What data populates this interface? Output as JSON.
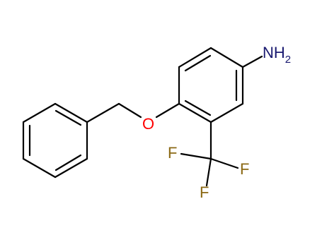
{
  "molecule": {
    "atoms": {
      "amine": {
        "main": "NH",
        "sub": "2",
        "color": "#191970"
      },
      "oxygen": {
        "text": "O",
        "color": "#ff0000"
      },
      "fluorine_1": {
        "text": "F",
        "color": "#8b6914"
      },
      "fluorine_2": {
        "text": "F",
        "color": "#8b6914"
      },
      "fluorine_3": {
        "text": "F",
        "color": "#8b6914"
      }
    },
    "bond_color": "#000000"
  }
}
